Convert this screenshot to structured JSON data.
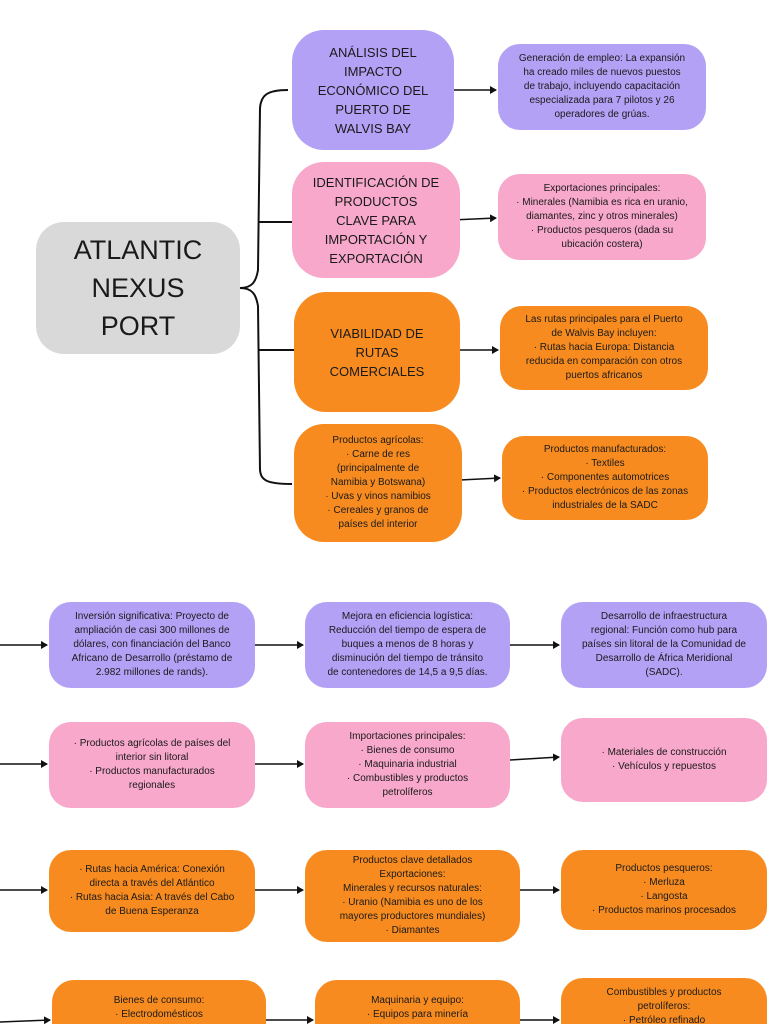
{
  "root": {
    "lines": [
      "ATLANTIC",
      "NEXUS",
      "PORT"
    ]
  },
  "categories": [
    {
      "lines": [
        "ANÁLISIS DEL IMPACTO",
        "ECONÓMICO DEL",
        "PUERTO DE",
        "WALVIS BAY"
      ]
    },
    {
      "lines": [
        "IDENTIFICACIÓN DE",
        "PRODUCTOS",
        "CLAVE PARA",
        "IMPORTACIÓN Y",
        "EXPORTACIÓN"
      ]
    },
    {
      "lines": [
        "VIABILIDAD DE",
        "RUTAS",
        "COMERCIALES"
      ]
    },
    {
      "lines": [
        "Productos agrícolas:",
        "· Carne de res",
        "(principalmente de",
        "Namibia y Botswana)",
        "· Uvas y vinos namibios",
        "· Cereales y granos de",
        "países del interior"
      ]
    }
  ],
  "details_top": [
    {
      "lines": [
        "Generación de empleo: La expansión",
        "ha creado miles de nuevos puestos",
        "de trabajo, incluyendo capacitación",
        "especializada para 7 pilotos y 26",
        "operadores de grúas."
      ]
    },
    {
      "lines": [
        "Exportaciones principales:",
        "· Minerales (Namibia es rica en uranio,",
        "diamantes, zinc y otros minerales)",
        "· Productos pesqueros (dada su",
        "ubicación costera)"
      ]
    },
    {
      "lines": [
        "Las rutas principales para el Puerto",
        "de Walvis Bay incluyen:",
        "· Rutas hacia Europa: Distancia",
        "reducida en comparación con otros",
        "puertos africanos"
      ]
    },
    {
      "lines": [
        "Productos manufacturados:",
        "· Textiles",
        "· Componentes automotrices",
        "· Productos electrónicos de las zonas",
        "industriales de la SADC"
      ]
    }
  ],
  "grid": [
    [
      {
        "lines": [
          "Inversión significativa: Proyecto de",
          "ampliación de casi 300 millones de",
          "dólares, con financiación del Banco",
          "Africano de Desarrollo (préstamo de",
          "2.982 millones de rands)."
        ]
      },
      {
        "lines": [
          "Mejora en eficiencia logística:",
          "Reducción del tiempo de espera de",
          "buques a menos de 8 horas y",
          "disminución del tiempo de tránsito",
          "de contenedores de 14,5 a 9,5 días."
        ]
      },
      {
        "lines": [
          "Desarrollo de infraestructura",
          "regional: Función como hub para",
          "países sin litoral de la Comunidad de",
          "Desarrollo de África Meridional",
          "(SADC)."
        ]
      }
    ],
    [
      {
        "lines": [
          "· Productos agrícolas de países del",
          "interior sin litoral",
          "· Productos manufacturados",
          "regionales"
        ]
      },
      {
        "lines": [
          "Importaciones principales:",
          "· Bienes de consumo",
          "· Maquinaria industrial",
          "· Combustibles y productos",
          "petrolíferos"
        ]
      },
      {
        "lines": [
          "· Materiales de construcción",
          "· Vehículos y repuestos"
        ]
      }
    ],
    [
      {
        "lines": [
          "· Rutas hacia América: Conexión",
          "directa a través del Atlántico",
          "· Rutas hacia Asia: A través del Cabo",
          "de Buena Esperanza"
        ]
      },
      {
        "lines": [
          "Productos clave detallados",
          "Exportaciones:",
          "Minerales y recursos naturales:",
          "· Uranio (Namibia es uno de los",
          "mayores productores mundiales)",
          "· Diamantes"
        ]
      },
      {
        "lines": [
          "Productos pesqueros:",
          "· Merluza",
          "· Langosta",
          "· Productos marinos procesados"
        ]
      }
    ],
    [
      {
        "lines": [
          "Bienes de consumo:",
          "· Electrodomésticos"
        ]
      },
      {
        "lines": [
          "Maquinaria y equipo:",
          "· Equipos para minería"
        ]
      },
      {
        "lines": [
          "Combustibles y productos",
          "petrolíferos:",
          "· Petróleo refinado"
        ]
      }
    ]
  ]
}
